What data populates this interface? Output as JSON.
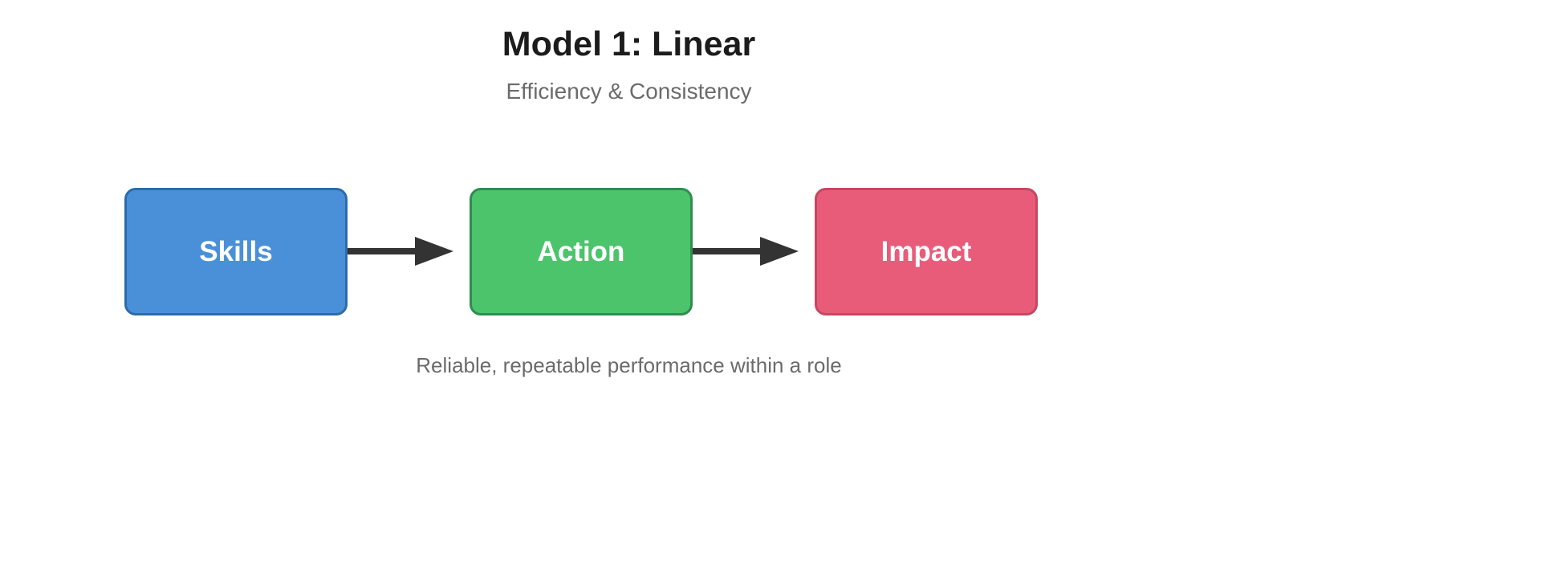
{
  "diagram": {
    "title": "Model 1: Linear",
    "subtitle": "Efficiency & Consistency",
    "caption": "Reliable, repeatable performance within a role",
    "type": "linear-flow",
    "background_color": "#ffffff",
    "title_color": "#1c1c1c",
    "subtitle_color": "#6b6b6b",
    "caption_color": "#6b6b6b",
    "arrow_color": "#333333",
    "nodes": [
      {
        "id": "skills",
        "label": "Skills",
        "fill_color": "#4a90d9",
        "border_color": "#2c6ca8",
        "text_color": "#ffffff"
      },
      {
        "id": "action",
        "label": "Action",
        "fill_color": "#4cc46c",
        "border_color": "#2f8d4f",
        "text_color": "#ffffff"
      },
      {
        "id": "impact",
        "label": "Impact",
        "fill_color": "#e85c7a",
        "border_color": "#c54762",
        "text_color": "#ffffff"
      }
    ],
    "connectors": [
      {
        "id": "skills-to-action",
        "from": "skills",
        "to": "action",
        "style": "solid-arrow",
        "label": ""
      },
      {
        "id": "action-to-impact",
        "from": "action",
        "to": "impact",
        "style": "solid-arrow",
        "label": ""
      }
    ]
  }
}
